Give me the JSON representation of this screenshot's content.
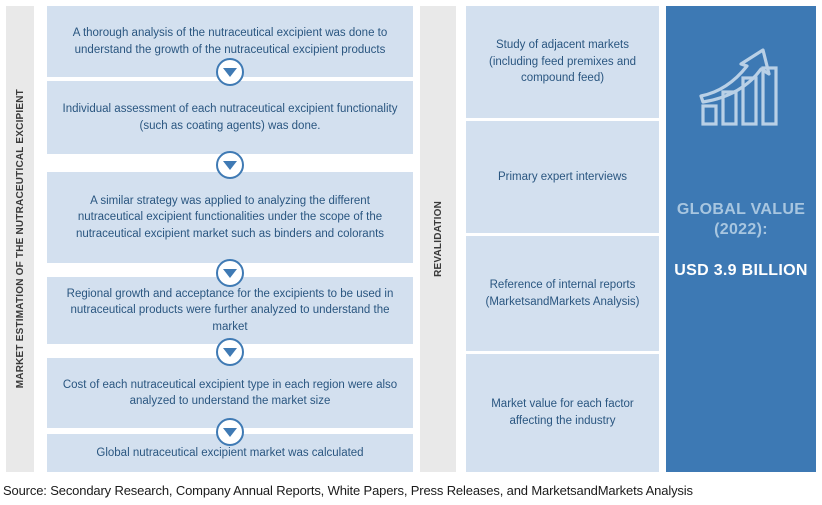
{
  "rails": {
    "left_label": "MARKET ESTIMATION OF THE NUTRACEUTICAL EXCIPIENT",
    "mid_label": "REVALIDATION"
  },
  "left_column": {
    "steps": [
      {
        "text": "A thorough analysis of the nutraceutical excipient was done to understand the growth of the nutraceutical excipient products"
      },
      {
        "text": "Individual assessment of each nutraceutical excipient functionality (such as coating agents) was done."
      },
      {
        "text": "A similar strategy was applied to analyzing the different nutraceutical excipient functionalities under the scope of the nutraceutical excipient market such as binders and colorants"
      },
      {
        "text": "Regional growth and acceptance for the excipients to be used in nutraceutical products were further analyzed to understand the market"
      },
      {
        "text": "Cost of each nutraceutical excipient type in each region were also analyzed to understand the market size"
      },
      {
        "text": "Global nutraceutical excipient market was calculated"
      }
    ],
    "connector_icon": "chevron-down-circle-icon"
  },
  "mid_column": {
    "items": [
      {
        "text": "Study of adjacent markets (including feed premixes and compound feed)"
      },
      {
        "text": "Primary expert interviews"
      },
      {
        "text": "Reference of internal reports (MarketsandMarkets Analysis)"
      },
      {
        "text": "Market value for each factor affecting the industry"
      }
    ]
  },
  "right_panel": {
    "icon": "growth-bar-chart-arrow-icon",
    "label": "GLOBAL VALUE (2022):",
    "value": "USD 3.9 BILLION"
  },
  "footer": {
    "source": "Source: Secondary Research, Company Annual Reports, White Papers, Press Releases, and MarketsandMarkets Analysis"
  },
  "colors": {
    "box_fill": "#d3e0ef",
    "box_text": "#2a5680",
    "rail_fill": "#e9e9e9",
    "rail_text": "#3a3a3a",
    "accent_blue": "#3d79b4",
    "panel_label": "#a8c6e0",
    "panel_value": "#ffffff",
    "page_bg": "#ffffff"
  }
}
